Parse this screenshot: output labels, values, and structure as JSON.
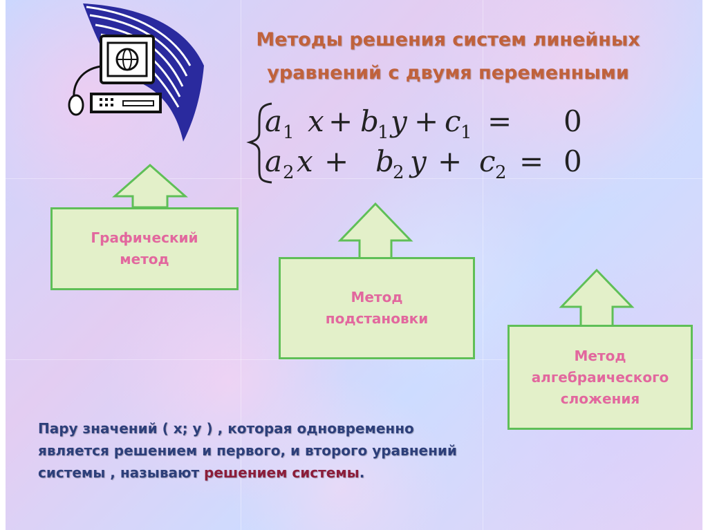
{
  "slide": {
    "title_line1": "Методы  решения систем линейных",
    "title_line2": "уравнений с двумя переменными",
    "equations": [
      {
        "a": "a",
        "a_sub": "1",
        "x": "x",
        "b": "b",
        "b_sub": "1",
        "y": "y",
        "c": "c",
        "c_sub": "1",
        "rhs": "0"
      },
      {
        "a": "a",
        "a_sub": "2",
        "x": "x",
        "b": "b",
        "b_sub": "2",
        "y": "y",
        "c": "c",
        "c_sub": "2",
        "rhs": "0"
      }
    ],
    "methods": [
      {
        "line1": "Графический",
        "line2": "метод"
      },
      {
        "line1": "Метод",
        "line2": "подстановки"
      },
      {
        "line1": "Метод",
        "line2": "алгебраического",
        "line3": "сложения"
      }
    ],
    "note": {
      "part1": "Пару значений  ( х; у ) ,   которая одновременно",
      "part2": "является решением и первого, и второго уравнений",
      "part3": "системы , называют ",
      "highlight": "решением системы",
      "end": "."
    },
    "colors": {
      "title": "#c0623c",
      "box_fill": "#e3f0c9",
      "box_border": "#5fbf57",
      "box_text": "#e2689e",
      "note": "#2d3f7a",
      "highlight": "#8b1d3a"
    }
  }
}
